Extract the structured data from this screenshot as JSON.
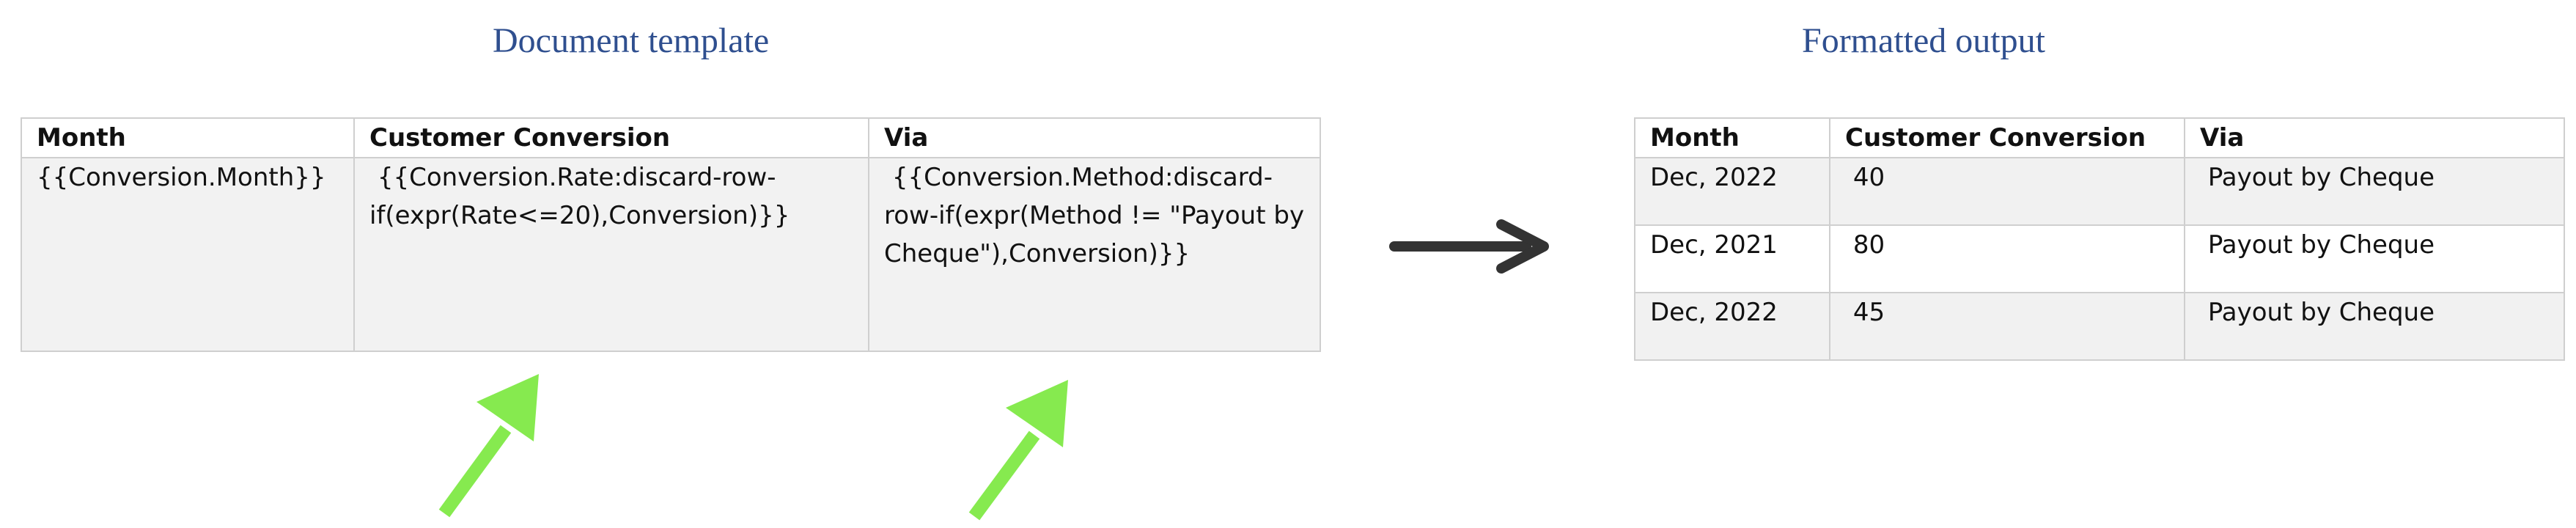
{
  "headings": {
    "template": "Document template",
    "output": "Formatted output"
  },
  "template_table": {
    "headers": [
      "Month",
      "Customer Conversion",
      "Via"
    ],
    "row": [
      "{{Conversion.Month}}",
      " {{Conversion.Rate:discard-row-if(expr(Rate<=20),Conversion)}}",
      " {{Conversion.Method:discard-row-if(expr(Method != \"Payout by Cheque\"),Conversion)}}"
    ]
  },
  "output_table": {
    "headers": [
      "Month",
      "Customer Conversion",
      "Via"
    ],
    "rows": [
      [
        "Dec, 2022",
        " 40",
        " Payout by Cheque"
      ],
      [
        "Dec, 2021",
        " 80",
        " Payout by Cheque"
      ],
      [
        "Dec, 2022",
        " 45",
        " Payout by Cheque"
      ]
    ]
  },
  "colors": {
    "heading": "#2f4f8f",
    "arrow_dark": "#333333",
    "arrow_green": "#86ea4f",
    "cell_shade": "#f2f2f2",
    "border": "#cfcfcf"
  },
  "icons": {
    "transform_arrow": "right-arrow-icon",
    "pointer_arrows": "up-right-arrow-icon"
  }
}
